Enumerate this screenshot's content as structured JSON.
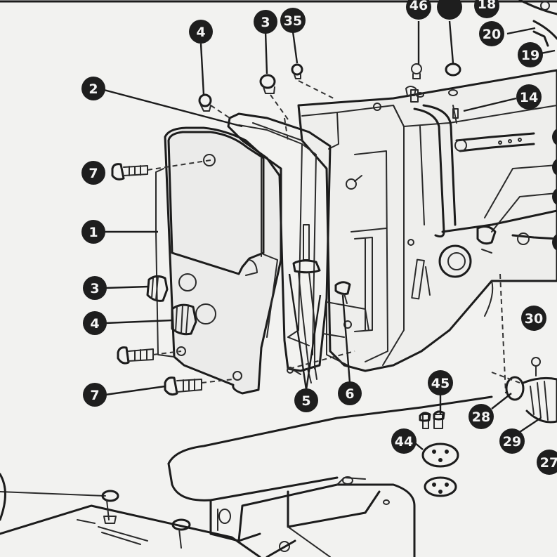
{
  "callouts": {
    "c1": "1",
    "c2": "2",
    "c3_top": "3",
    "c3_left": "3",
    "c4_top": "4",
    "c4_left": "4",
    "c5": "5",
    "c6": "6",
    "c7_top": "7",
    "c7_bottom": "7",
    "c14": "14",
    "c18": "18",
    "c19": "19",
    "c20": "20",
    "c27": "27",
    "c28": "28",
    "c29": "29",
    "c30": "30",
    "c35": "35",
    "c44": "44",
    "c45": "45",
    "c46": "46"
  }
}
